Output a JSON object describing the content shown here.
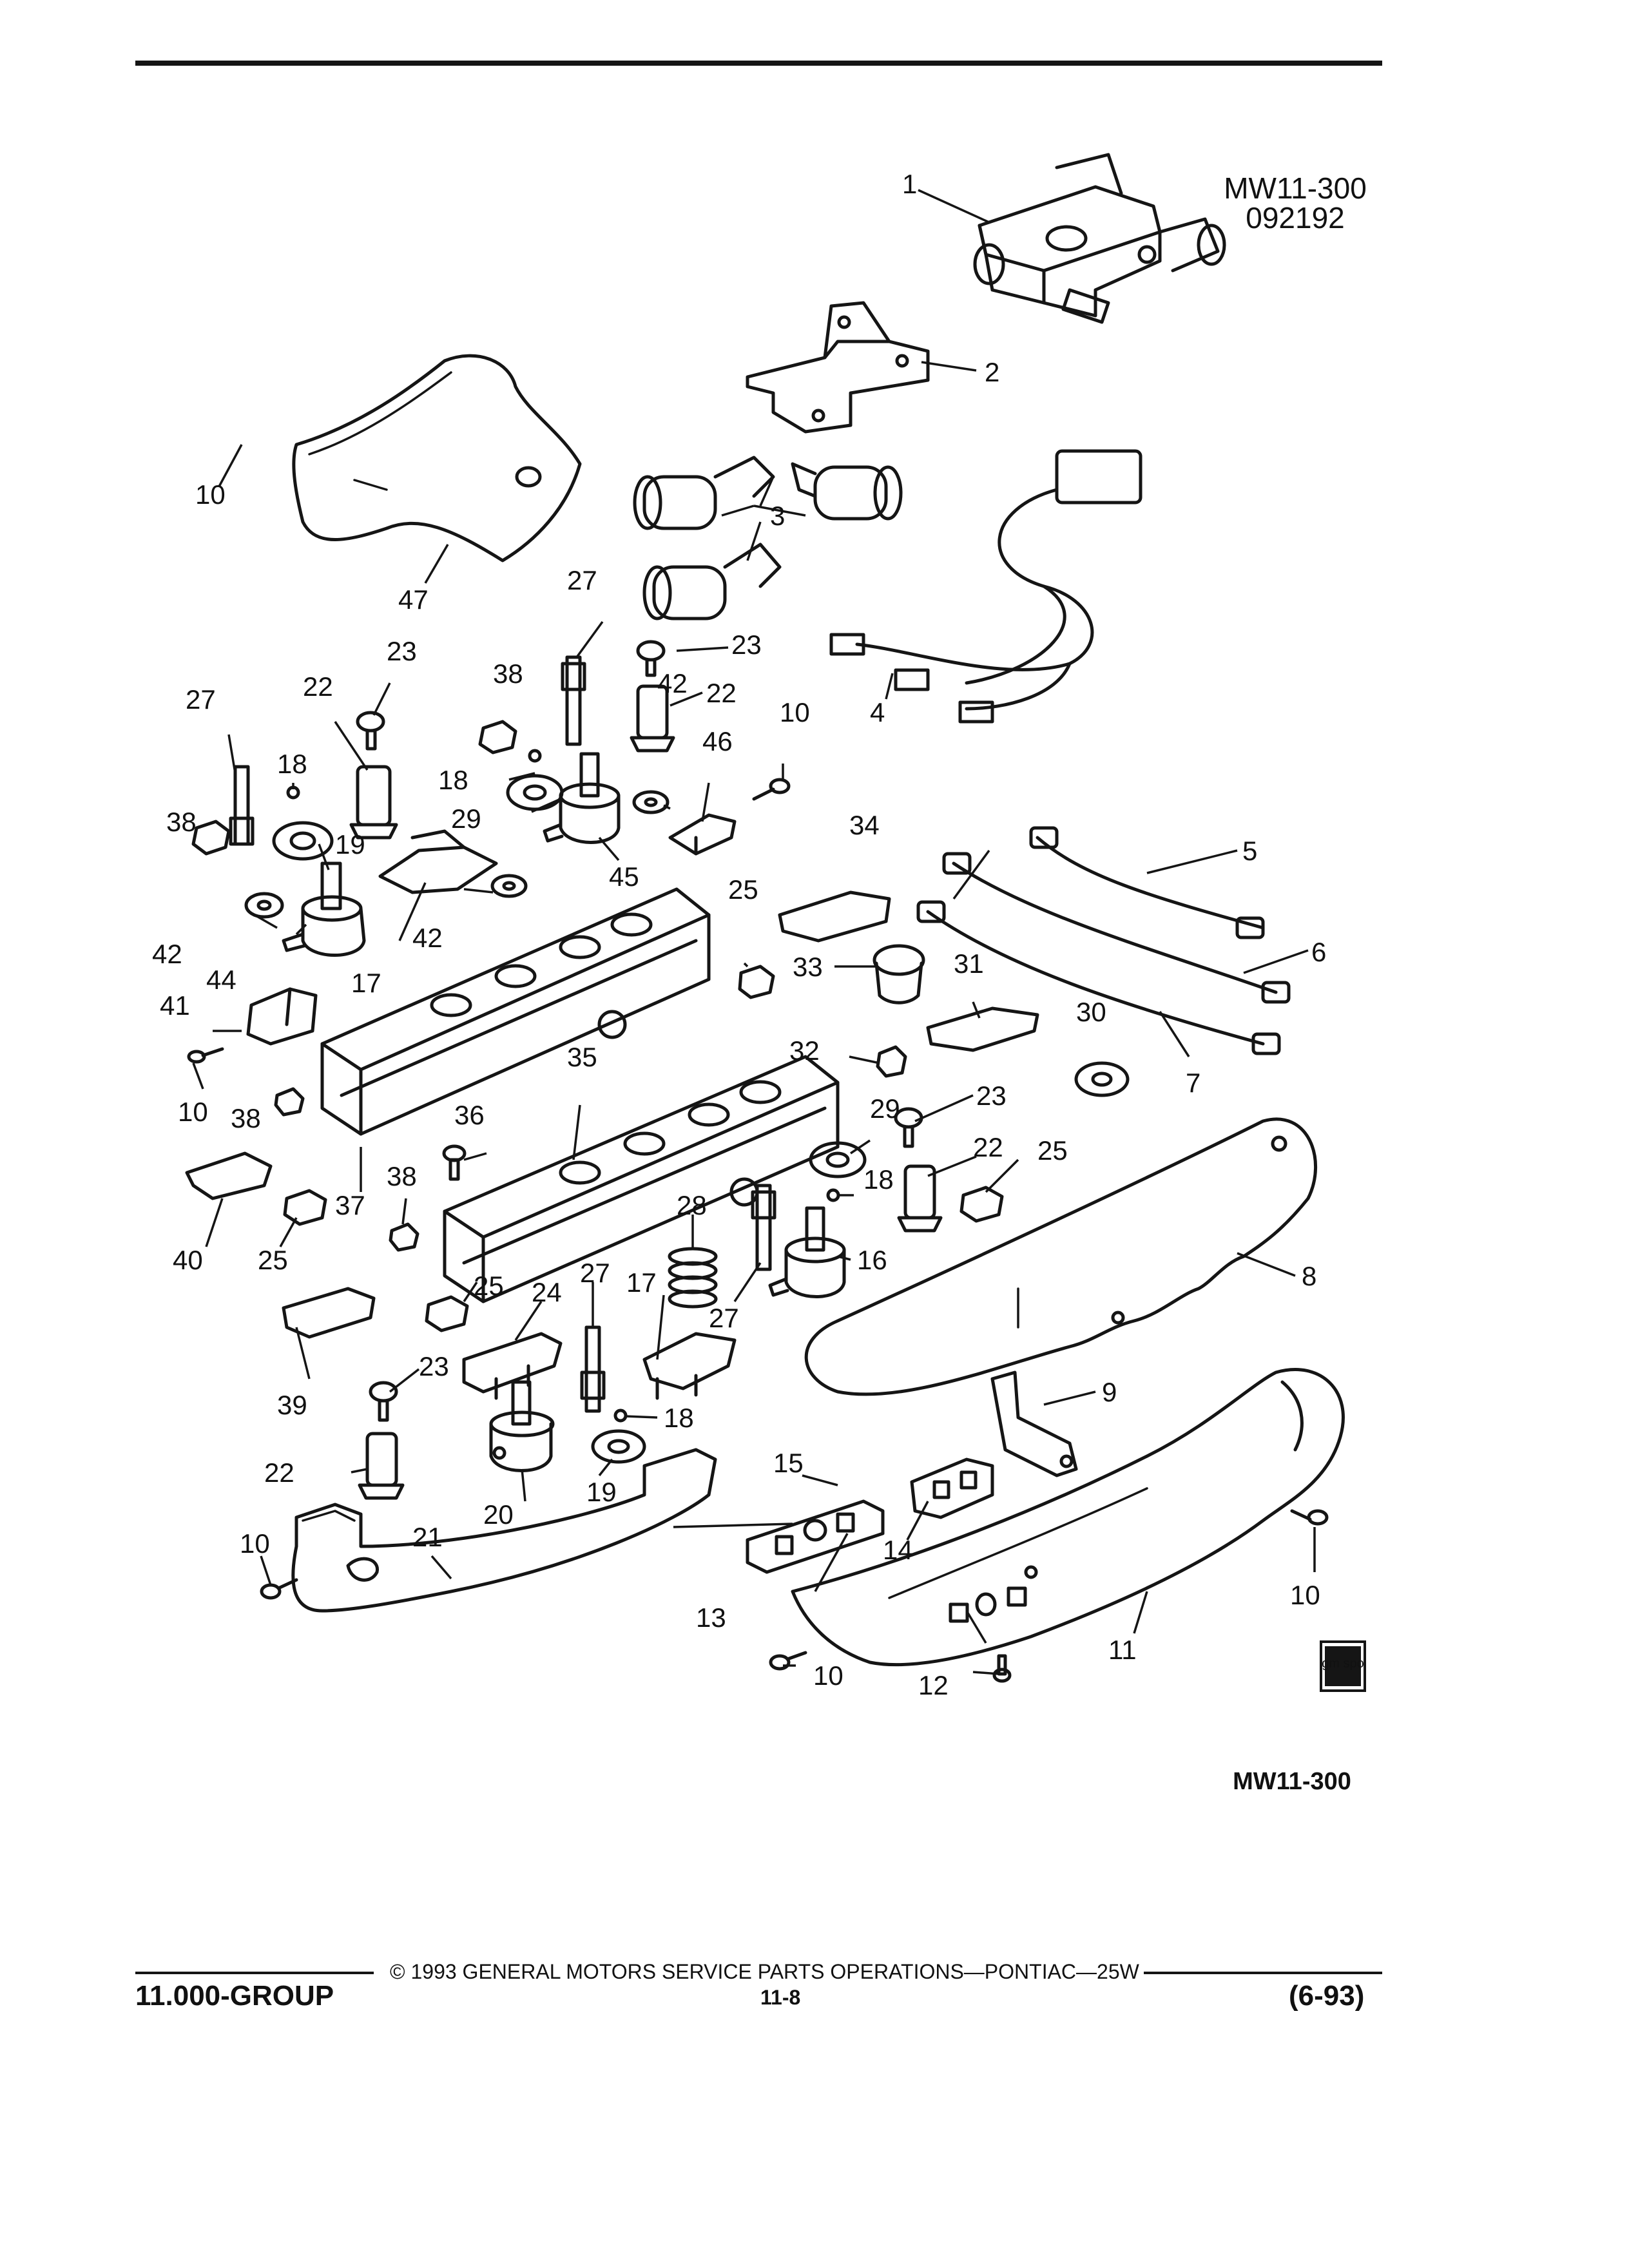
{
  "figure": {
    "code_line1": "MW11-300",
    "code_line2": "092192",
    "bottom_code": "MW11-300",
    "logo_text": "gm spo"
  },
  "callouts": [
    "1",
    "2",
    "3",
    "4",
    "5",
    "6",
    "7",
    "8",
    "9",
    "10",
    "11",
    "12",
    "13",
    "14",
    "15",
    "16",
    "17",
    "18",
    "19",
    "20",
    "21",
    "22",
    "23",
    "24",
    "25",
    "27",
    "28",
    "29",
    "30",
    "31",
    "32",
    "33",
    "34",
    "35",
    "36",
    "37",
    "38",
    "39",
    "40",
    "41",
    "42",
    "44",
    "45",
    "46",
    "47"
  ],
  "footer": {
    "copyright": "© 1993 GENERAL MOTORS SERVICE PARTS OPERATIONS—PONTIAC—25W",
    "group": "11.000-GROUP",
    "page_number": "11-8",
    "date": "(6-93)"
  }
}
